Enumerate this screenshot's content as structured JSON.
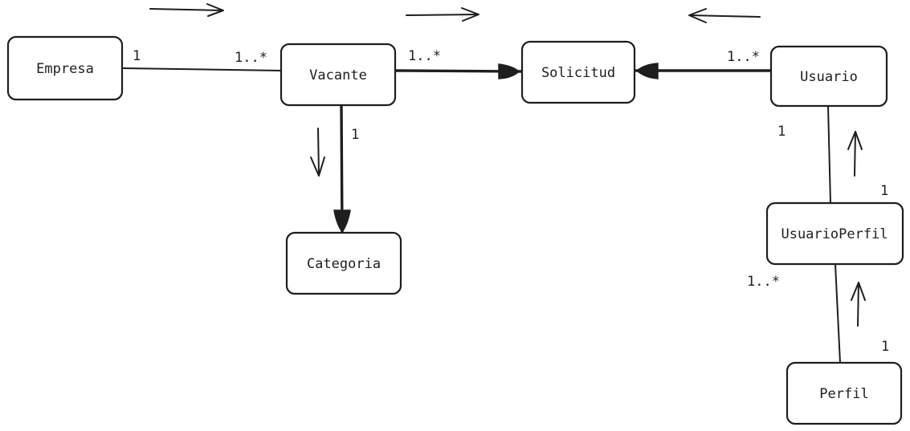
{
  "diagram": {
    "nodes": [
      {
        "id": "empresa",
        "label": "Empresa"
      },
      {
        "id": "vacante",
        "label": "Vacante"
      },
      {
        "id": "solicitud",
        "label": "Solicitud"
      },
      {
        "id": "usuario",
        "label": "Usuario"
      },
      {
        "id": "categoria",
        "label": "Categoria"
      },
      {
        "id": "usuarioperfil",
        "label": "UsuarioPerfil"
      },
      {
        "id": "perfil",
        "label": "Perfil"
      }
    ],
    "edges": [
      {
        "id": "empresa-vacante",
        "from": "empresa",
        "to": "vacante",
        "from_mult": "1",
        "to_mult": "1..*",
        "style": "plain"
      },
      {
        "id": "vacante-solicitud",
        "from": "vacante",
        "to": "solicitud",
        "from_mult": "1..*",
        "to_mult": "",
        "style": "filled-end"
      },
      {
        "id": "usuario-solicitud",
        "from": "usuario",
        "to": "solicitud",
        "from_mult": "1..*",
        "to_mult": "",
        "style": "filled-end"
      },
      {
        "id": "vacante-categoria",
        "from": "vacante",
        "to": "categoria",
        "from_mult": "1",
        "to_mult": "",
        "style": "filled-end"
      },
      {
        "id": "usuario-usuarioperfil",
        "from": "usuario",
        "to": "usuarioperfil",
        "from_mult": "1",
        "to_mult": "1",
        "style": "plain"
      },
      {
        "id": "usuarioperfil-perfil",
        "from": "usuarioperfil",
        "to": "perfil",
        "from_mult": "1..*",
        "to_mult": "1",
        "style": "plain"
      }
    ],
    "direction_hints": [
      "right",
      "right",
      "left",
      "down",
      "up",
      "up"
    ]
  }
}
